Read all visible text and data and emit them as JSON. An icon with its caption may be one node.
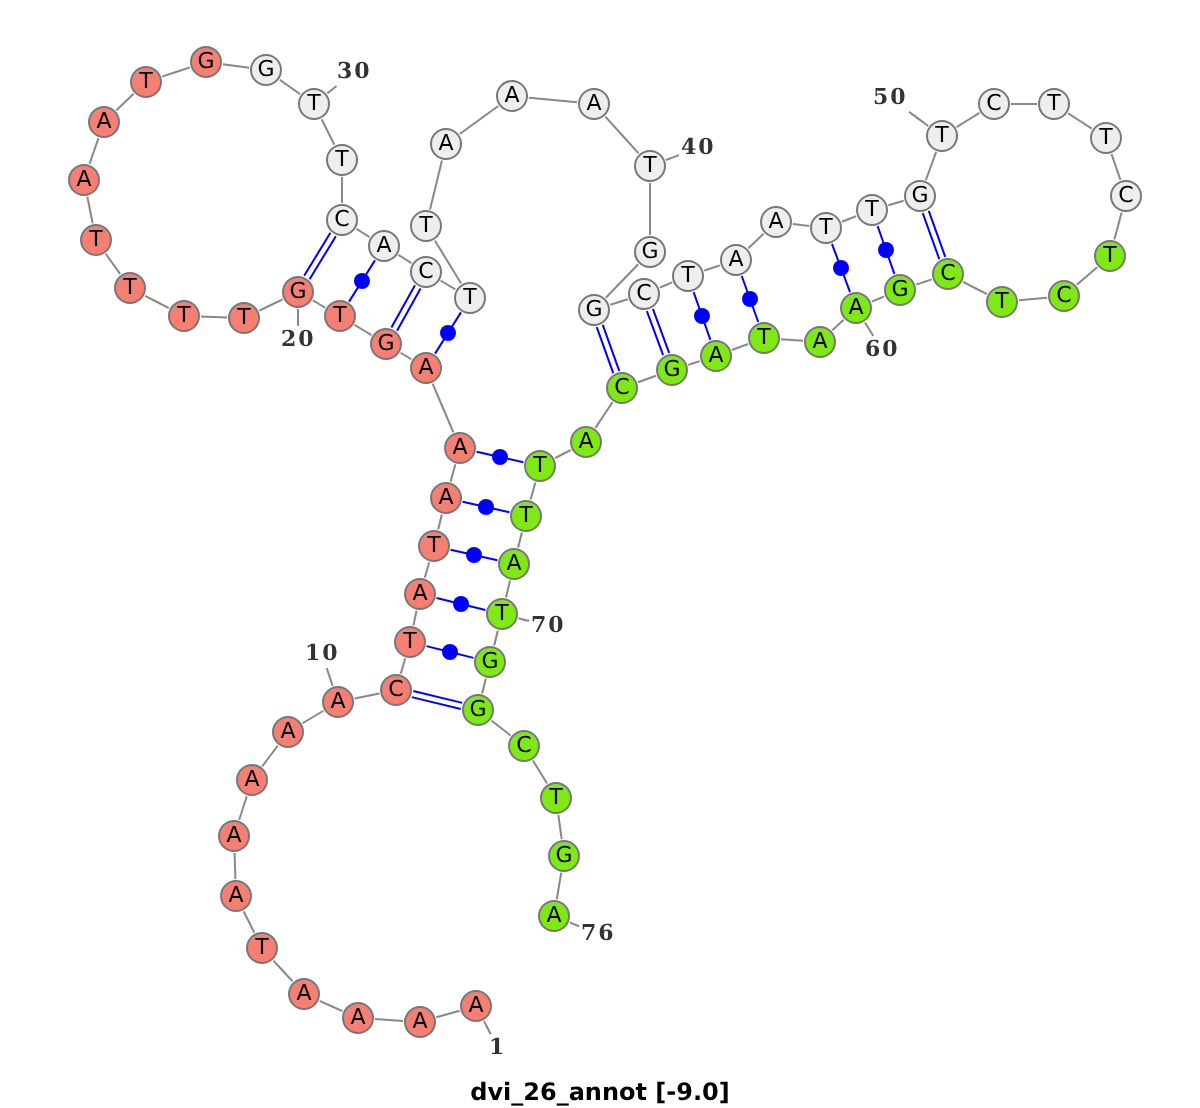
{
  "diagram": {
    "caption": "dvi_26_annot [-9.0]",
    "nodes": [
      {
        "text": [
          "A"
        ]
      },
      {
        "text": [
          "A"
        ]
      },
      {
        "text": [
          "A"
        ]
      },
      {
        "text": [
          "A"
        ]
      },
      {
        "text": [
          "T"
        ]
      },
      {
        "text": [
          "A"
        ]
      },
      {
        "text": [
          "A"
        ]
      },
      {
        "text": [
          "A"
        ]
      },
      {
        "text": [
          "A"
        ]
      },
      {
        "text": [
          "A"
        ]
      },
      {
        "text": [
          "C"
        ]
      },
      {
        "text": [
          "T"
        ]
      },
      {
        "text": [
          "A"
        ]
      },
      {
        "text": [
          "T"
        ]
      },
      {
        "text": [
          "A"
        ]
      },
      {
        "text": [
          "A"
        ]
      },
      {
        "text": [
          "A"
        ]
      },
      {
        "text": [
          "G"
        ]
      },
      {
        "text": [
          "T"
        ]
      },
      {
        "text": [
          "G"
        ]
      },
      {
        "text": [
          "T"
        ]
      },
      {
        "text": [
          "T"
        ]
      },
      {
        "text": [
          "T"
        ]
      },
      {
        "text": [
          "T"
        ]
      },
      {
        "text": [
          "A"
        ]
      },
      {
        "text": [
          "A"
        ]
      },
      {
        "text": [
          "T"
        ]
      },
      {
        "text": [
          "G"
        ]
      },
      {
        "text": [
          "G"
        ]
      },
      {
        "text": [
          "T"
        ]
      },
      {
        "text": [
          "T"
        ]
      },
      {
        "text": [
          "C"
        ]
      },
      {
        "text": [
          "A"
        ]
      },
      {
        "text": [
          "C"
        ]
      },
      {
        "text": [
          "T"
        ]
      },
      {
        "text": [
          "T"
        ]
      },
      {
        "text": [
          "A"
        ]
      },
      {
        "text": [
          "A"
        ]
      },
      {
        "text": [
          "A"
        ]
      },
      {
        "text": [
          "T"
        ]
      },
      {
        "text": [
          "G"
        ]
      },
      {
        "text": [
          "G"
        ]
      },
      {
        "text": [
          "C"
        ]
      },
      {
        "text": [
          "T"
        ]
      },
      {
        "text": [
          "A"
        ]
      },
      {
        "text": [
          "A"
        ]
      },
      {
        "text": [
          "T"
        ]
      },
      {
        "text": [
          "T"
        ]
      },
      {
        "text": [
          "G"
        ]
      },
      {
        "text": [
          "T"
        ]
      },
      {
        "text": [
          "C"
        ]
      },
      {
        "text": [
          "T"
        ]
      },
      {
        "text": [
          "T"
        ]
      },
      {
        "text": [
          "C"
        ]
      },
      {
        "text": [
          "T"
        ]
      },
      {
        "text": [
          "C"
        ]
      },
      {
        "text": [
          "T"
        ]
      },
      {
        "text": [
          "C"
        ]
      },
      {
        "text": [
          "G"
        ]
      },
      {
        "text": [
          "A"
        ]
      },
      {
        "text": [
          "A"
        ]
      },
      {
        "text": [
          "T"
        ]
      },
      {
        "text": [
          "A"
        ]
      },
      {
        "text": [
          "G"
        ]
      },
      {
        "text": [
          "C"
        ]
      },
      {
        "text": [
          "A"
        ]
      },
      {
        "text": [
          "T"
        ]
      },
      {
        "text": [
          "T"
        ]
      },
      {
        "text": [
          "A"
        ]
      },
      {
        "text": [
          "T"
        ]
      },
      {
        "text": [
          "G"
        ]
      },
      {
        "text": [
          "G"
        ]
      },
      {
        "text": [
          "C"
        ]
      },
      {
        "text": [
          "T"
        ]
      },
      {
        "text": [
          "G"
        ]
      },
      {
        "text": [
          "A"
        ]
      },
      {
        "text": [
          "1"
        ]
      },
      {
        "text": [
          "10"
        ]
      },
      {
        "text": [
          "20"
        ]
      },
      {
        "text": [
          "30"
        ]
      },
      {
        "text": [
          "40"
        ]
      },
      {
        "text": [
          "50"
        ]
      },
      {
        "text": [
          "60"
        ]
      },
      {
        "text": [
          "70"
        ]
      },
      {
        "text": [
          "76"
        ]
      }
    ],
    "edges": [
      {
        "from": 0,
        "to": 1,
        "arrow": "none"
      },
      {
        "from": 1,
        "to": 2,
        "arrow": "none"
      },
      {
        "from": 2,
        "to": 3,
        "arrow": "none"
      },
      {
        "from": 3,
        "to": 4,
        "arrow": "none"
      },
      {
        "from": 4,
        "to": 5,
        "arrow": "none"
      },
      {
        "from": 5,
        "to": 6,
        "arrow": "none"
      },
      {
        "from": 6,
        "to": 7,
        "arrow": "none"
      },
      {
        "from": 7,
        "to": 8,
        "arrow": "none"
      },
      {
        "from": 8,
        "to": 9,
        "arrow": "none"
      },
      {
        "from": 9,
        "to": 10,
        "arrow": "none"
      },
      {
        "from": 10,
        "to": 11,
        "arrow": "none"
      },
      {
        "from": 11,
        "to": 12,
        "arrow": "none"
      },
      {
        "from": 12,
        "to": 13,
        "arrow": "none"
      },
      {
        "from": 13,
        "to": 14,
        "arrow": "none"
      },
      {
        "from": 14,
        "to": 15,
        "arrow": "none"
      },
      {
        "from": 15,
        "to": 16,
        "arrow": "none"
      },
      {
        "from": 16,
        "to": 17,
        "arrow": "none"
      },
      {
        "from": 17,
        "to": 18,
        "arrow": "none"
      },
      {
        "from": 18,
        "to": 19,
        "arrow": "none"
      },
      {
        "from": 19,
        "to": 20,
        "arrow": "none"
      },
      {
        "from": 20,
        "to": 21,
        "arrow": "none"
      },
      {
        "from": 21,
        "to": 22,
        "arrow": "none"
      },
      {
        "from": 22,
        "to": 23,
        "arrow": "none"
      },
      {
        "from": 23,
        "to": 24,
        "arrow": "none"
      },
      {
        "from": 24,
        "to": 25,
        "arrow": "none"
      },
      {
        "from": 25,
        "to": 26,
        "arrow": "none"
      },
      {
        "from": 26,
        "to": 27,
        "arrow": "none"
      },
      {
        "from": 27,
        "to": 28,
        "arrow": "none"
      },
      {
        "from": 28,
        "to": 29,
        "arrow": "none"
      },
      {
        "from": 29,
        "to": 30,
        "arrow": "none"
      },
      {
        "from": 30,
        "to": 31,
        "arrow": "none"
      },
      {
        "from": 31,
        "to": 32,
        "arrow": "none"
      },
      {
        "from": 32,
        "to": 33,
        "arrow": "none"
      },
      {
        "from": 33,
        "to": 34,
        "arrow": "none"
      },
      {
        "from": 34,
        "to": 35,
        "arrow": "none"
      },
      {
        "from": 35,
        "to": 36,
        "arrow": "none"
      },
      {
        "from": 36,
        "to": 37,
        "arrow": "none"
      },
      {
        "from": 37,
        "to": 38,
        "arrow": "none"
      },
      {
        "from": 38,
        "to": 39,
        "arrow": "none"
      },
      {
        "from": 39,
        "to": 40,
        "arrow": "none"
      },
      {
        "from": 40,
        "to": 41,
        "arrow": "none"
      },
      {
        "from": 41,
        "to": 42,
        "arrow": "none"
      },
      {
        "from": 42,
        "to": 43,
        "arrow": "none"
      },
      {
        "from": 43,
        "to": 44,
        "arrow": "none"
      },
      {
        "from": 44,
        "to": 45,
        "arrow": "none"
      },
      {
        "from": 45,
        "to": 46,
        "arrow": "none"
      },
      {
        "from": 46,
        "to": 47,
        "arrow": "none"
      },
      {
        "from": 47,
        "to": 48,
        "arrow": "none"
      },
      {
        "from": 48,
        "to": 49,
        "arrow": "none"
      },
      {
        "from": 49,
        "to": 50,
        "arrow": "none"
      },
      {
        "from": 50,
        "to": 51,
        "arrow": "none"
      },
      {
        "from": 51,
        "to": 52,
        "arrow": "none"
      },
      {
        "from": 52,
        "to": 53,
        "arrow": "none"
      },
      {
        "from": 53,
        "to": 54,
        "arrow": "none"
      },
      {
        "from": 54,
        "to": 55,
        "arrow": "none"
      },
      {
        "from": 55,
        "to": 56,
        "arrow": "none"
      },
      {
        "from": 56,
        "to": 57,
        "arrow": "none"
      },
      {
        "from": 57,
        "to": 58,
        "arrow": "none"
      },
      {
        "from": 58,
        "to": 59,
        "arrow": "none"
      },
      {
        "from": 59,
        "to": 60,
        "arrow": "none"
      },
      {
        "from": 60,
        "to": 61,
        "arrow": "none"
      },
      {
        "from": 61,
        "to": 62,
        "arrow": "none"
      },
      {
        "from": 62,
        "to": 63,
        "arrow": "none"
      },
      {
        "from": 63,
        "to": 64,
        "arrow": "none"
      },
      {
        "from": 64,
        "to": 65,
        "arrow": "none"
      },
      {
        "from": 65,
        "to": 66,
        "arrow": "none"
      },
      {
        "from": 66,
        "to": 67,
        "arrow": "none"
      },
      {
        "from": 67,
        "to": 68,
        "arrow": "none"
      },
      {
        "from": 68,
        "to": 69,
        "arrow": "none"
      },
      {
        "from": 69,
        "to": 70,
        "arrow": "none"
      },
      {
        "from": 70,
        "to": 71,
        "arrow": "none"
      },
      {
        "from": 71,
        "to": 72,
        "arrow": "none"
      },
      {
        "from": 72,
        "to": 73,
        "arrow": "none"
      },
      {
        "from": 73,
        "to": 74,
        "arrow": "none"
      },
      {
        "from": 74,
        "to": 75,
        "arrow": "none"
      },
      {
        "from": 10,
        "to": 71,
        "arrow": "none",
        "color": "#0000ff"
      },
      {
        "from": 11,
        "to": 70,
        "arrow": "none",
        "color": "#0000ff"
      },
      {
        "from": 12,
        "to": 69,
        "arrow": "none",
        "color": "#0000ff"
      },
      {
        "from": 13,
        "to": 68,
        "arrow": "none",
        "color": "#0000ff"
      },
      {
        "from": 14,
        "to": 67,
        "arrow": "none",
        "color": "#0000ff"
      },
      {
        "from": 15,
        "to": 66,
        "arrow": "none",
        "color": "#0000ff"
      },
      {
        "from": 16,
        "to": 34,
        "arrow": "none",
        "color": "#0000ff"
      },
      {
        "from": 17,
        "to": 33,
        "arrow": "none",
        "color": "#0000ff"
      },
      {
        "from": 18,
        "to": 32,
        "arrow": "none",
        "color": "#0000ff"
      },
      {
        "from": 19,
        "to": 31,
        "arrow": "none",
        "color": "#0000ff"
      },
      {
        "from": 41,
        "to": 64,
        "arrow": "none",
        "color": "#0000ff"
      },
      {
        "from": 42,
        "to": 63,
        "arrow": "none",
        "color": "#0000ff"
      },
      {
        "from": 43,
        "to": 62,
        "arrow": "none",
        "color": "#0000ff"
      },
      {
        "from": 44,
        "to": 61,
        "arrow": "none",
        "color": "#0000ff"
      },
      {
        "from": 46,
        "to": 59,
        "arrow": "none",
        "color": "#0000ff"
      },
      {
        "from": 47,
        "to": 58,
        "arrow": "none",
        "color": "#0000ff"
      },
      {
        "from": 48,
        "to": 57,
        "arrow": "none",
        "color": "#0000ff"
      },
      {
        "from": 76,
        "to": 0,
        "arrow": "none"
      },
      {
        "from": 77,
        "to": 9,
        "arrow": "none"
      },
      {
        "from": 78,
        "to": 19,
        "arrow": "none"
      },
      {
        "from": 79,
        "to": 29,
        "arrow": "none"
      },
      {
        "from": 80,
        "to": 39,
        "arrow": "none"
      },
      {
        "from": 81,
        "to": 49,
        "arrow": "none"
      },
      {
        "from": 82,
        "to": 59,
        "arrow": "none"
      },
      {
        "from": 83,
        "to": 69,
        "arrow": "none"
      },
      {
        "from": 84,
        "to": 75,
        "arrow": "none"
      }
    ]
  }
}
